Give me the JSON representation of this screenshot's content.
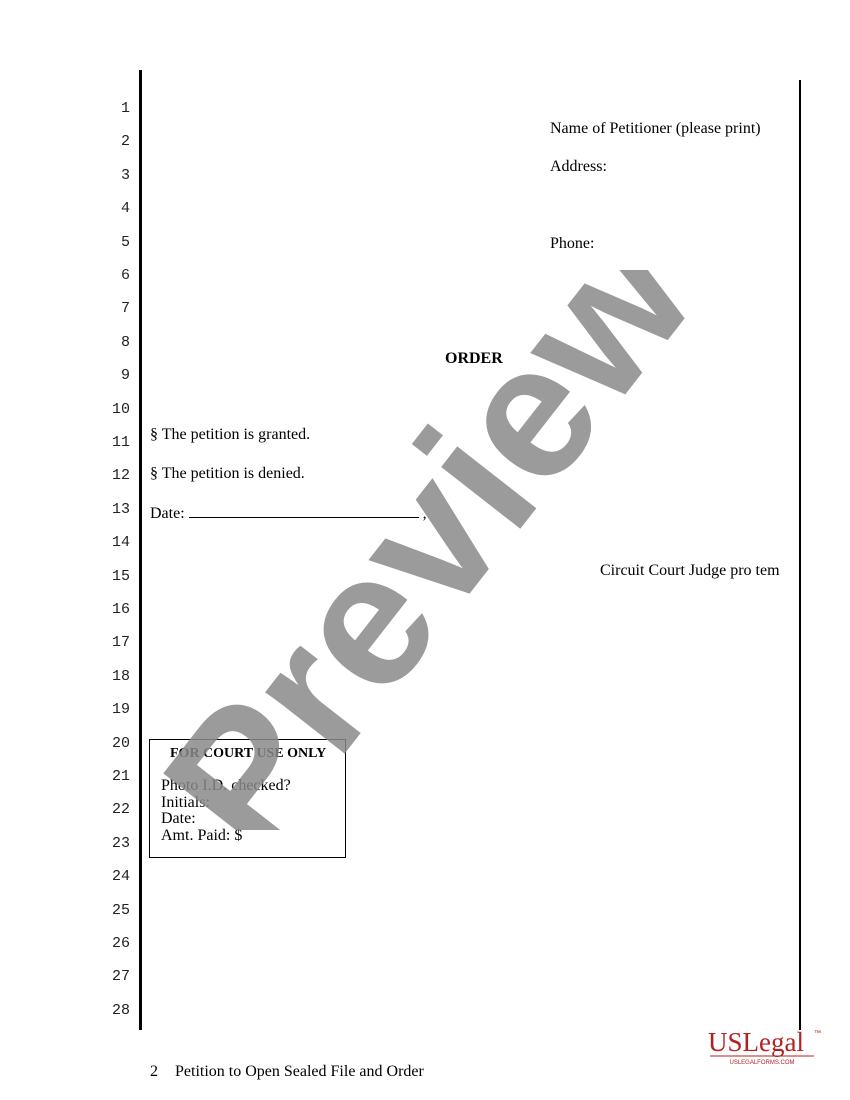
{
  "line_numbers": [
    "1",
    "2",
    "3",
    "4",
    "5",
    "6",
    "7",
    "8",
    "9",
    "10",
    "11",
    "12",
    "13",
    "14",
    "15",
    "16",
    "17",
    "18",
    "19",
    "20",
    "21",
    "22",
    "23",
    "24",
    "25",
    "26",
    "27",
    "28"
  ],
  "petitioner": {
    "name_label": "Name of Petitioner (please print)",
    "address_label": "Address:",
    "phone_label": "Phone:"
  },
  "order_title": "ORDER",
  "options": {
    "granted": "§ The petition is granted.",
    "denied": "§ The petition is denied."
  },
  "date_label": "Date:",
  "date_suffix": ",",
  "judge_label": "Circuit Court Judge pro tem",
  "court_use": {
    "header": "FOR COURT USE ONLY",
    "photo_id": "Photo I.D. checked?",
    "initials": "Initials:",
    "date": "Date:",
    "amt_paid": "Amt. Paid:  $"
  },
  "footer": {
    "page_number": "2",
    "title": "Petition to Open Sealed File and Order"
  },
  "watermark": {
    "text": "Preview",
    "color": "#8a8a8a"
  },
  "logo": {
    "text_main": "USLegal",
    "text_sub": "USLEGALFORMS.COM",
    "tm": "™",
    "color": "#b22222"
  }
}
